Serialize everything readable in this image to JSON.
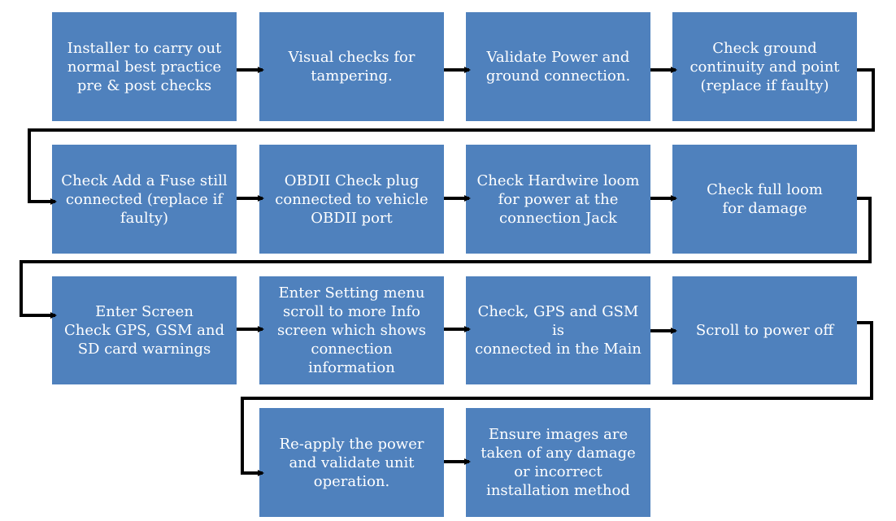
{
  "flowchart": {
    "steps": [
      {
        "text": "Installer to carry out\nnormal best practice\npre & post checks"
      },
      {
        "text": "Visual checks for\ntampering."
      },
      {
        "text": "Validate Power and\nground connection."
      },
      {
        "text": "Check ground\ncontinuity and point\n(replace if faulty)"
      },
      {
        "text": "Check Add a Fuse still\nconnected (replace if\nfaulty)"
      },
      {
        "text": "OBDII Check plug\nconnected to vehicle\nOBDII port"
      },
      {
        "text": "Check Hardwire loom\nfor power at the\nconnection Jack"
      },
      {
        "text": "Check full loom\nfor damage"
      },
      {
        "text": "Enter  Screen\nCheck GPS, GSM and\nSD card warnings"
      },
      {
        "text": "Enter Setting menu\nscroll to more Info\nscreen which shows\nconnection\ninformation"
      },
      {
        "text": "Check, GPS and GSM is\nconnected in the Main"
      },
      {
        "text": "Scroll to power off"
      },
      {
        "text": "Re-apply the power\nand validate unit\noperation."
      },
      {
        "text": "Ensure images are\ntaken of any damage\nor incorrect\ninstallation method"
      }
    ]
  },
  "colors": {
    "box_fill": "#4f81bd",
    "box_text": "#ffffff",
    "arrow": "#000000"
  }
}
